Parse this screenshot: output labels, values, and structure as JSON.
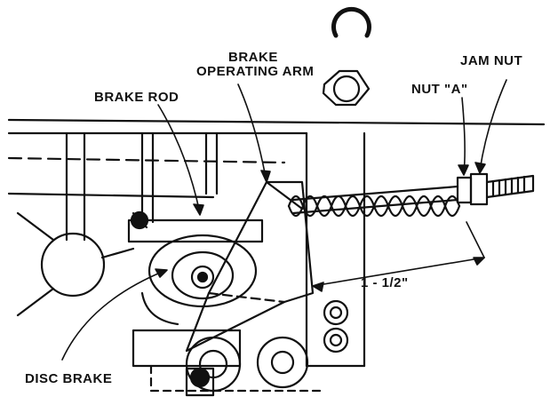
{
  "labels": {
    "brake_operating_arm_line1": "BRAKE",
    "brake_operating_arm_line2": "OPERATING ARM",
    "jam_nut": "JAM NUT",
    "nut_a": "NUT \"A\"",
    "brake_rod": "BRAKE ROD",
    "dimension": "1 - 1/2\"",
    "disc_brake": "DISC BRAKE"
  },
  "colors": {
    "ink": "#111111",
    "paper": "#ffffff"
  }
}
